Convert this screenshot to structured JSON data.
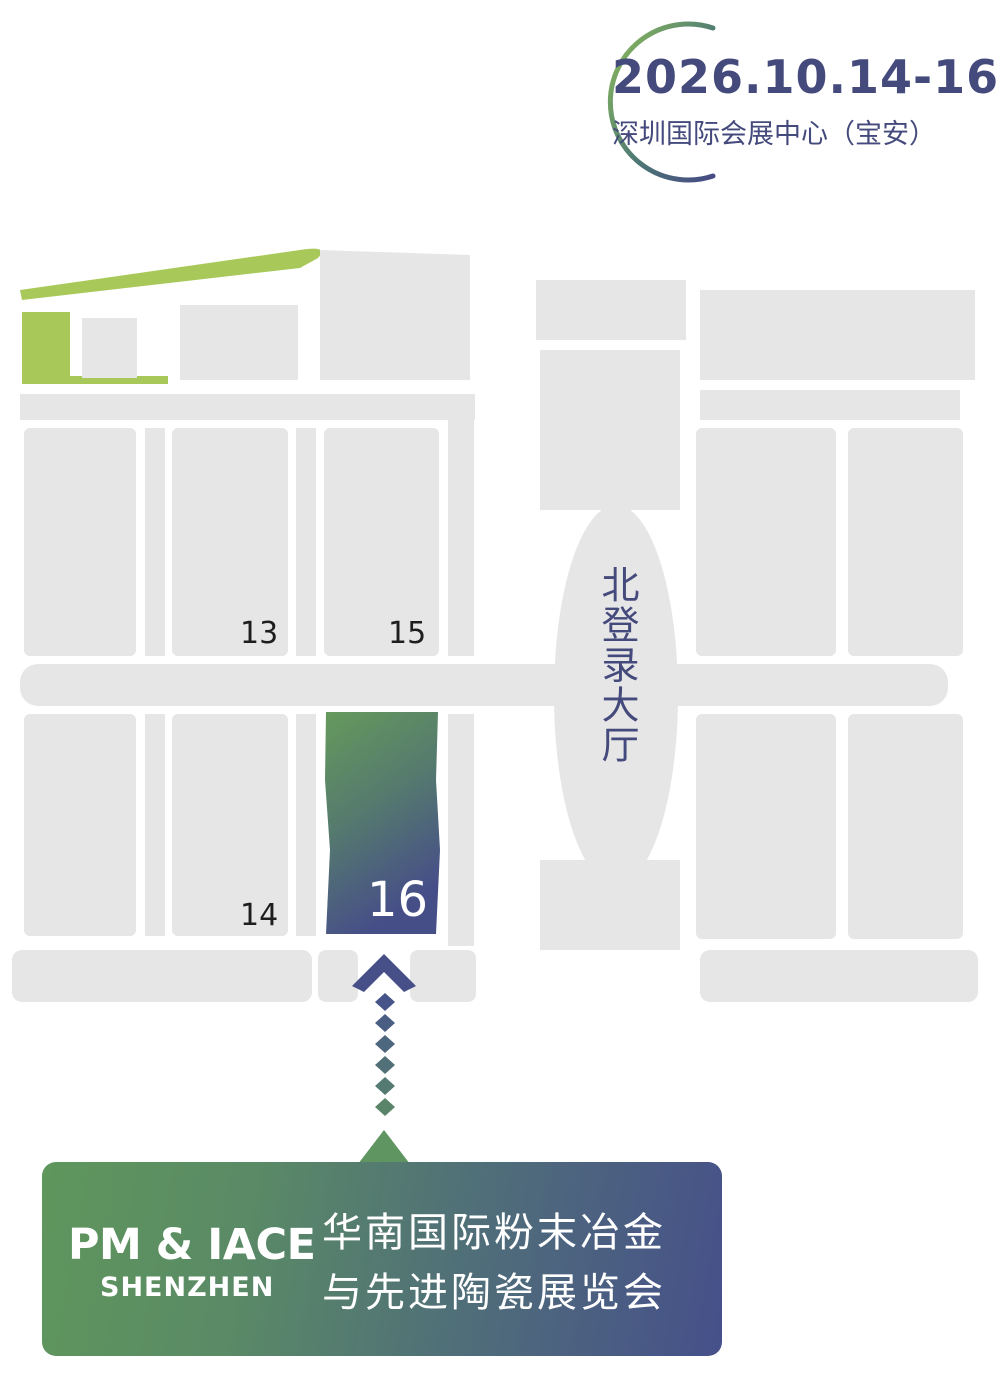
{
  "header": {
    "date": "2026.10.14-16",
    "venue": "深圳国际会展中心（宝安）"
  },
  "halls": [
    {
      "id": "13",
      "label": "13"
    },
    {
      "id": "14",
      "label": "14"
    },
    {
      "id": "15",
      "label": "15"
    },
    {
      "id": "16",
      "label": "16",
      "highlighted": true
    }
  ],
  "lobby": {
    "label": "北登录大厅"
  },
  "info": {
    "brand": "PM & IACE",
    "brand_sub": "SHENZHEN",
    "name_line1": "华南国际粉末冶金",
    "name_line2": "与先进陶瓷展览会"
  },
  "colors": {
    "accent_green": "#a8c95a",
    "navy": "#454a7c",
    "hall_gray": "#e6e6e6"
  }
}
